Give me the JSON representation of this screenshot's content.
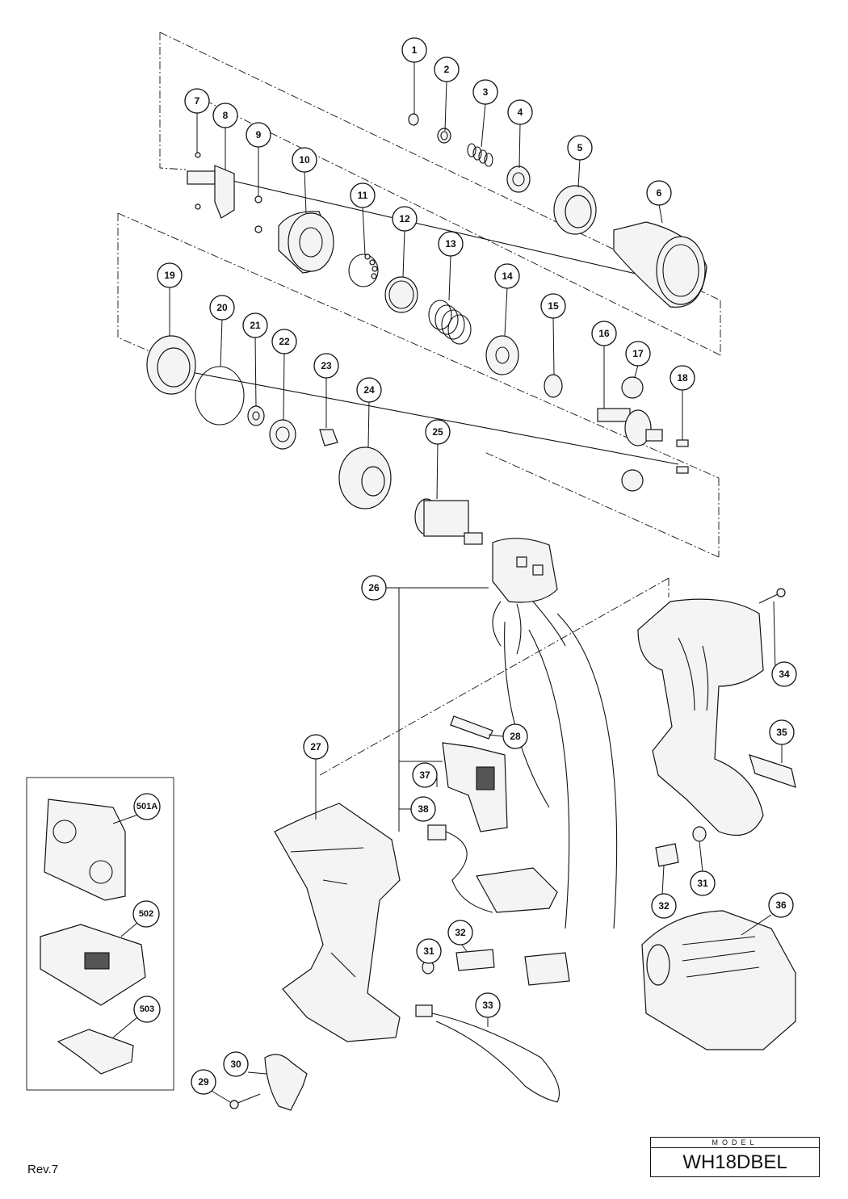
{
  "callouts": [
    "1",
    "2",
    "3",
    "4",
    "5",
    "6",
    "7",
    "8",
    "9",
    "10",
    "11",
    "12",
    "13",
    "14",
    "15",
    "16",
    "17",
    "18",
    "19",
    "20",
    "21",
    "22",
    "23",
    "24",
    "25",
    "26",
    "27",
    "28",
    "29",
    "30",
    "31",
    "32",
    "33",
    "34",
    "35",
    "36",
    "37",
    "38",
    "31",
    "32",
    "501A",
    "502",
    "503"
  ],
  "revision": "Rev.7",
  "model_box": {
    "caption": "MODEL",
    "name": "WH18DBEL"
  },
  "icons": {
    "exploded_view": "exploded-parts-diagram"
  }
}
